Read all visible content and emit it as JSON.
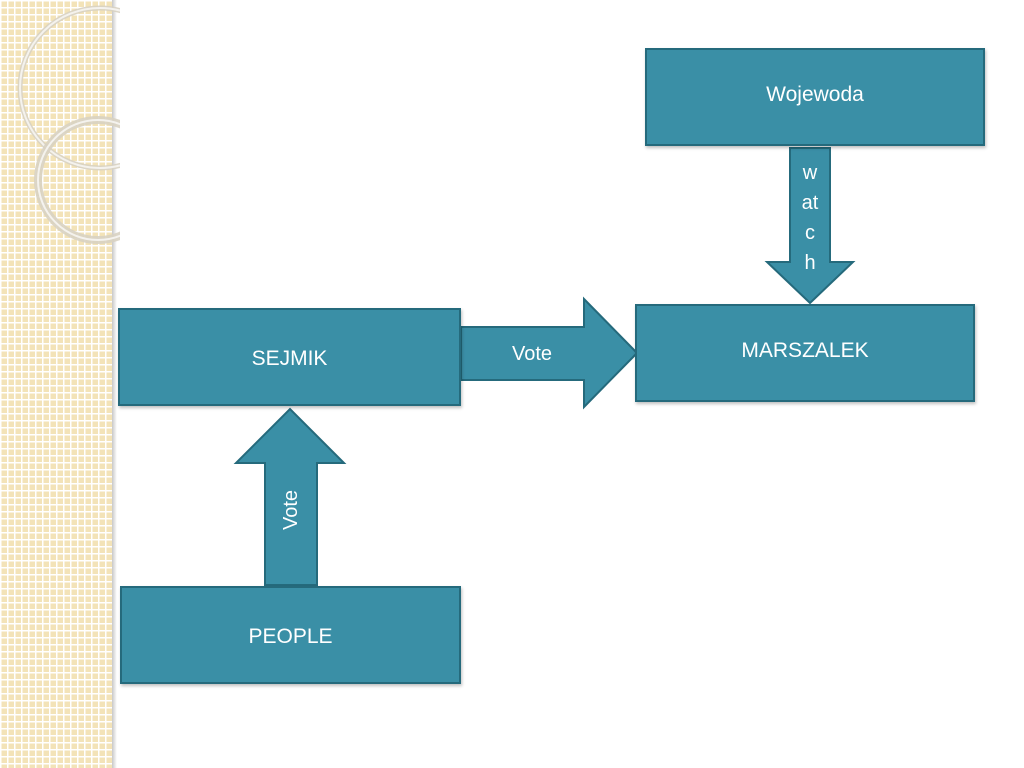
{
  "colors": {
    "box_fill": "#3a8fa6",
    "box_border": "#256a7c",
    "text": "#ffffff",
    "sidebar": "#f3e3b8"
  },
  "boxes": {
    "wojewoda": "Wojewoda",
    "marszalek": "MARSZALEK",
    "sejmik": "SEJMIK",
    "people": "PEOPLE"
  },
  "arrows": {
    "sejmik_to_marszalek": "Vote",
    "people_to_sejmik": "Vote",
    "wojewoda_to_marszalek": [
      "w",
      "at",
      "c",
      "h"
    ]
  }
}
